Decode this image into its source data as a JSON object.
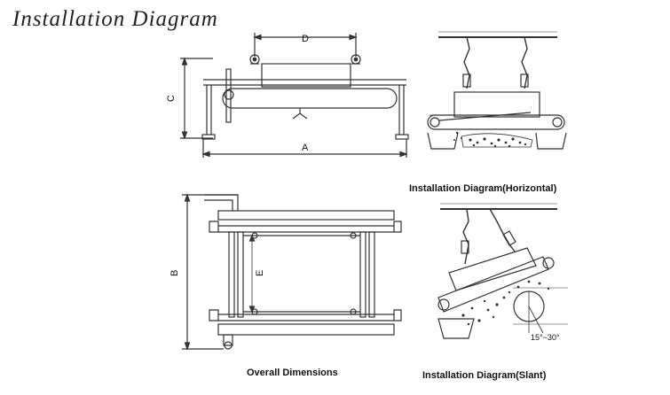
{
  "title": "Installation Diagram",
  "captions": {
    "horizontal": "Installation Diagram(Horizontal)",
    "overall": "Overall Dimensions",
    "slant": "Installation Diagram(Slant)"
  },
  "dimension_labels": {
    "a": "A",
    "b": "B",
    "c": "C",
    "d": "D",
    "e": "E"
  },
  "slant_angle": "15°~30°"
}
